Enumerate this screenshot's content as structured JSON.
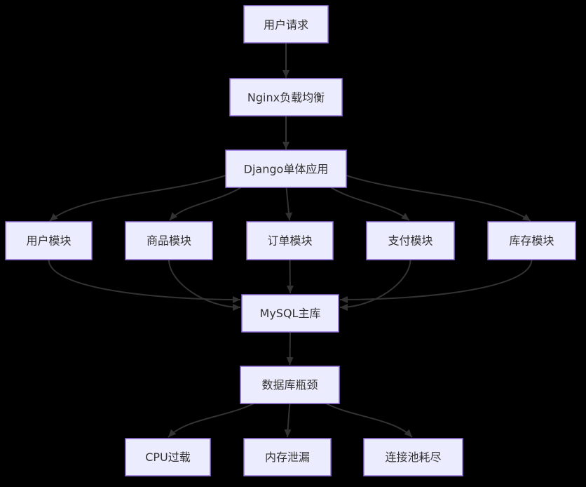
{
  "diagram": {
    "type": "flowchart",
    "direction": "top-down",
    "background_color": "#000000",
    "node_fill_color": "#ECECFF",
    "node_border_color": "#9370DB",
    "node_text_color": "#333333",
    "edge_color": "#333333",
    "nodes": [
      {
        "id": "user-request",
        "label": "用户请求"
      },
      {
        "id": "nginx-lb",
        "label": "Nginx负载均衡"
      },
      {
        "id": "django-app",
        "label": "Django单体应用"
      },
      {
        "id": "user-module",
        "label": "用户模块"
      },
      {
        "id": "product-module",
        "label": "商品模块"
      },
      {
        "id": "order-module",
        "label": "订单模块"
      },
      {
        "id": "payment-module",
        "label": "支付模块"
      },
      {
        "id": "inventory-module",
        "label": "库存模块"
      },
      {
        "id": "mysql-master",
        "label": "MySQL主库"
      },
      {
        "id": "db-bottleneck",
        "label": "数据库瓶颈"
      },
      {
        "id": "cpu-overload",
        "label": "CPU过载"
      },
      {
        "id": "memory-leak",
        "label": "内存泄漏"
      },
      {
        "id": "conn-pool-exhausted",
        "label": "连接池耗尽"
      }
    ],
    "edges": [
      {
        "from": "用户请求",
        "to": "Nginx负载均衡"
      },
      {
        "from": "Nginx负载均衡",
        "to": "Django单体应用"
      },
      {
        "from": "Django单体应用",
        "to": "用户模块"
      },
      {
        "from": "Django单体应用",
        "to": "商品模块"
      },
      {
        "from": "Django单体应用",
        "to": "订单模块"
      },
      {
        "from": "Django单体应用",
        "to": "支付模块"
      },
      {
        "from": "Django单体应用",
        "to": "库存模块"
      },
      {
        "from": "用户模块",
        "to": "MySQL主库"
      },
      {
        "from": "商品模块",
        "to": "MySQL主库"
      },
      {
        "from": "订单模块",
        "to": "MySQL主库"
      },
      {
        "from": "支付模块",
        "to": "MySQL主库"
      },
      {
        "from": "库存模块",
        "to": "MySQL主库"
      },
      {
        "from": "MySQL主库",
        "to": "数据库瓶颈"
      },
      {
        "from": "数据库瓶颈",
        "to": "CPU过载"
      },
      {
        "from": "数据库瓶颈",
        "to": "内存泄漏"
      },
      {
        "from": "数据库瓶颈",
        "to": "连接池耗尽"
      }
    ]
  }
}
